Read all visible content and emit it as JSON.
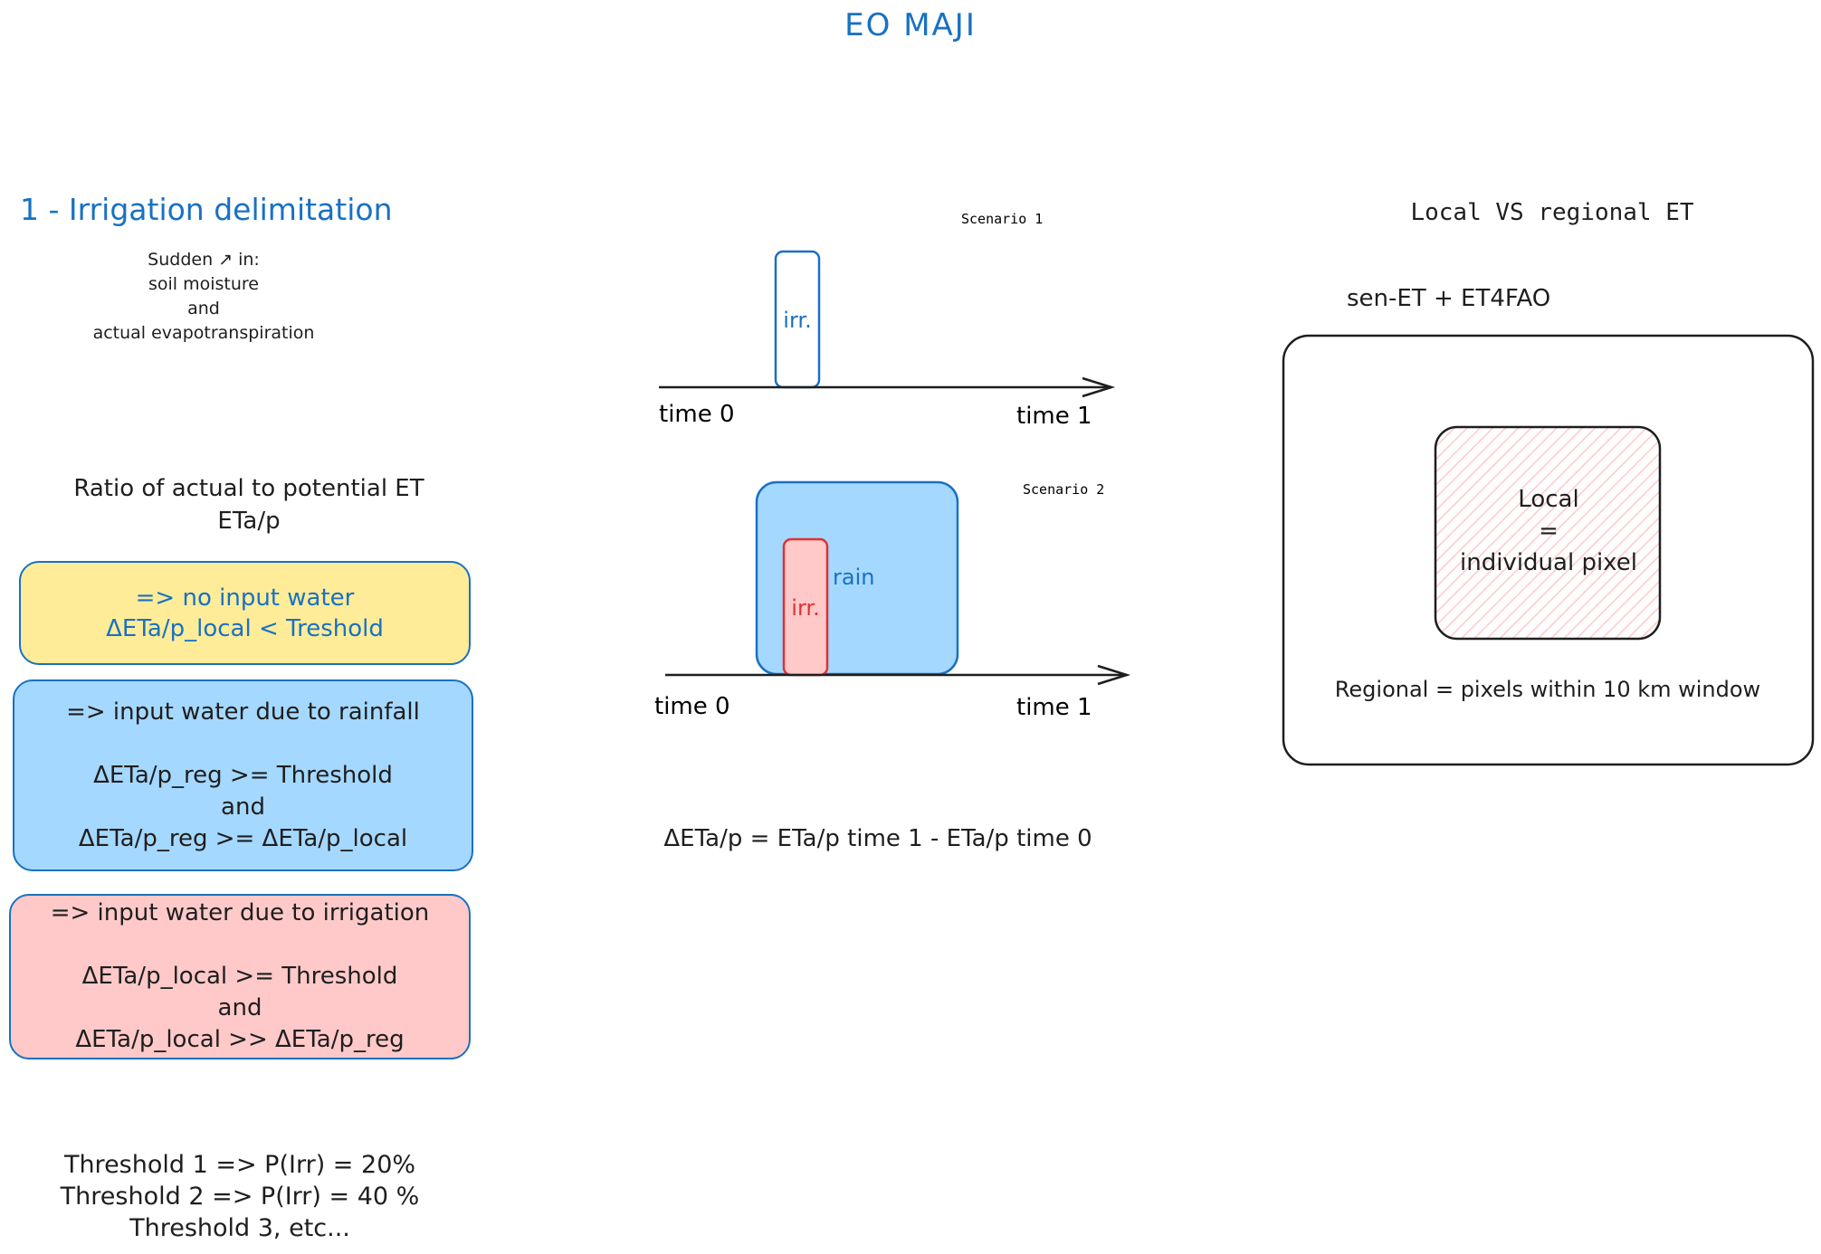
{
  "title": "EO MAJI",
  "section1": {
    "title": "1 - Irrigation delimitation",
    "sudden_lines": "Sudden ↗ in:\nsoil moisture\nand\nactual evapotranspiration",
    "ratio": "Ratio of actual to potential ET\nETa/p",
    "cards": {
      "yellow": "=> no input water\nΔETa/p_local < Treshold",
      "blue": "=> input water due to rainfall\n\nΔETa/p_reg >= Threshold\nand\nΔETa/p_reg >= ΔETa/p_local",
      "red": "=> input water due to irrigation\n\nΔETa/p_local >= Threshold\nand\nΔETa/p_local >> ΔETa/p_reg"
    },
    "thresholds": "Threshold 1 => P(Irr) = 20%\nThreshold 2 => P(Irr) = 40 %\nThreshold 3, etc..."
  },
  "scenarios": {
    "scenario1": {
      "label": "Scenario 1",
      "irr_label": "irr.",
      "time0": "time 0",
      "time1": "time 1"
    },
    "scenario2": {
      "label": "Scenario 2",
      "irr_label": "irr.",
      "rain_label": "rain",
      "time0": "time 0",
      "time1": "time 1"
    },
    "formula": "ΔETa/p = ETa/p time 1 - ETa/p time 0"
  },
  "local_regional": {
    "title": "Local VS regional ET",
    "source": "sen-ET + ET4FAO",
    "local_text": "Local\n=\nindividual pixel",
    "regional_text": "Regional = pixels within 10 km window"
  },
  "colors": {
    "accent_blue": "#1971c2",
    "yellow_fill": "#ffec99",
    "blue_fill": "#a5d8ff",
    "red_fill": "#ffc9c9",
    "red_stroke": "#e03131",
    "ink": "#1e1e1e"
  }
}
